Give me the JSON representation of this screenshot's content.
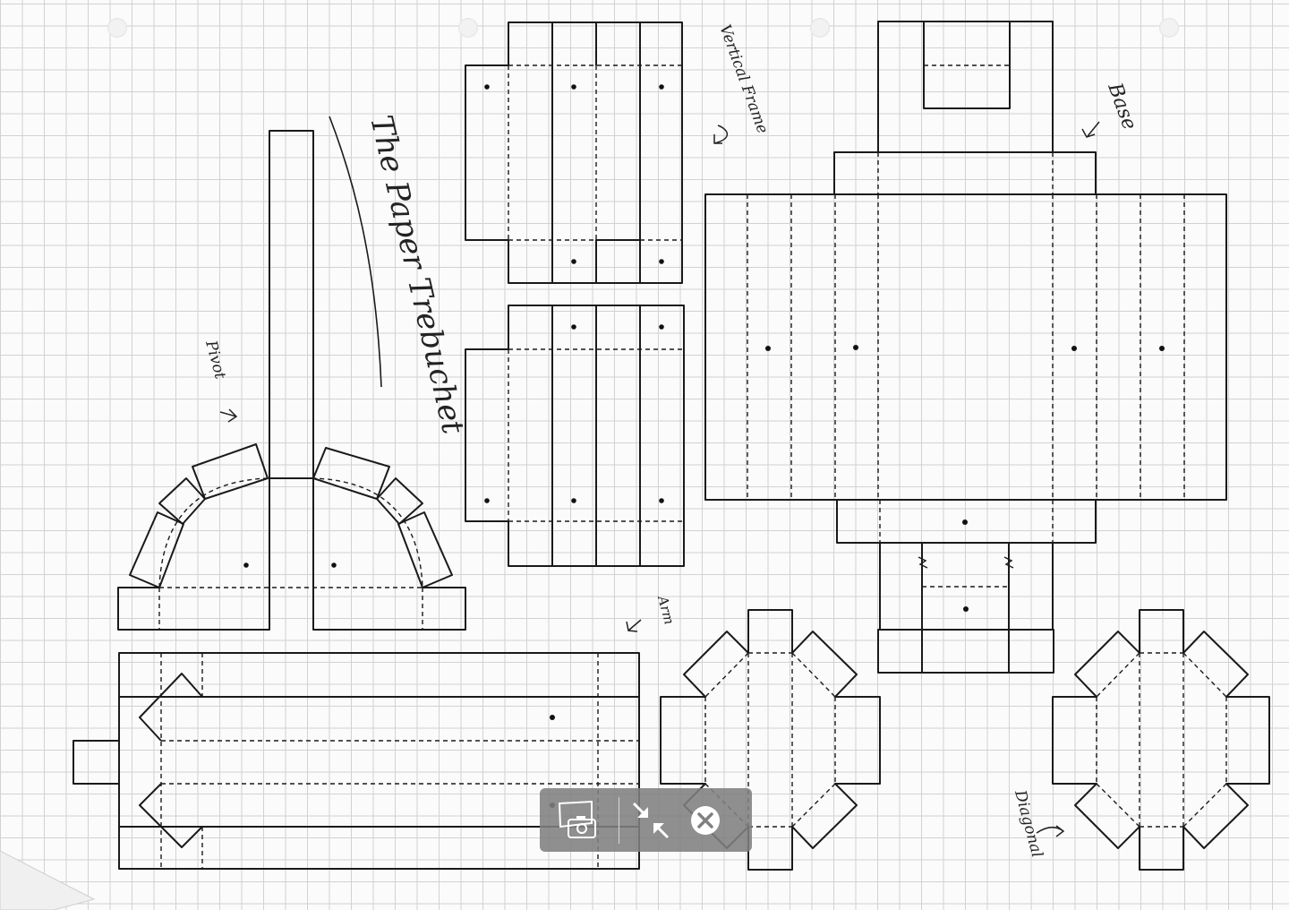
{
  "sheet": {
    "title": "The Paper Trebuchet",
    "labels": {
      "vertical_frame": "Vertical Frame",
      "base": "Base",
      "pivot": "Pivot",
      "arm": "Arm",
      "diagonal": "Diagonal"
    }
  },
  "toolbar": {
    "icons": [
      "screenshot-camera-icon",
      "collapse-arrows-icon",
      "close-circle-icon"
    ],
    "colors": {
      "background": "#808080",
      "icon": "#ffffff"
    }
  }
}
